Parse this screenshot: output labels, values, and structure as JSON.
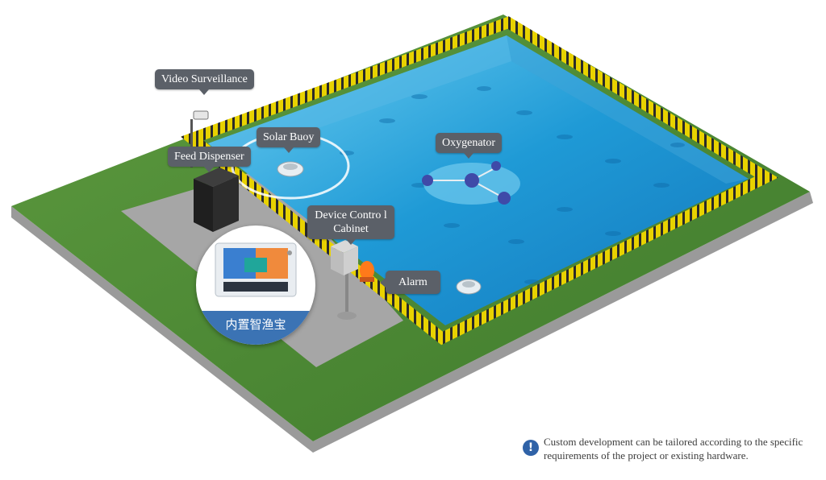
{
  "labels": {
    "video_surveillance": "Video Surveillance",
    "solar_buoy": "Solar Buoy",
    "feed_dispenser": "Feed Dispenser",
    "oxygenator": "Oxygenator",
    "device_control_cabinet": "Device Contro l Cabinet",
    "alarm": "Alarm"
  },
  "inset": {
    "caption": "内置智渔宝"
  },
  "note": {
    "icon": "info-icon",
    "text": "Custom development can be tailored according to the specific requirements of the project or existing hardware."
  },
  "colors": {
    "grass": "#4e8b37",
    "pool_water": "#1e9ad6",
    "fence": "#e8d200",
    "callout": "#5b6068",
    "caption_bar": "#3b73b4",
    "info_icon": "#2f62a7"
  }
}
